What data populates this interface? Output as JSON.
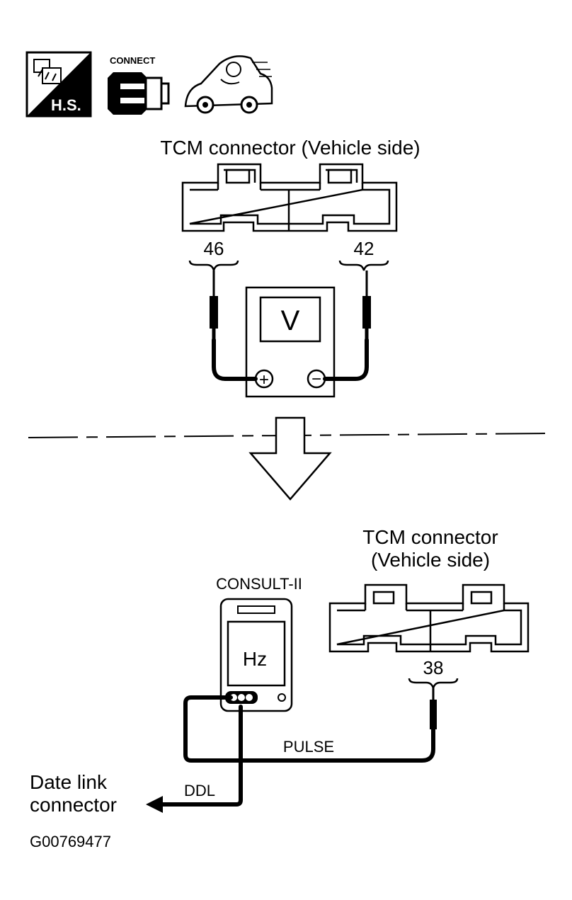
{
  "icons": {
    "hs_label": "H.S.",
    "connect_label": "CONNECT"
  },
  "step1": {
    "connector_title": "TCM connector (Vehicle side)",
    "pin_left": "46",
    "pin_right": "42",
    "meter_display": "V",
    "plus_symbol": "+",
    "minus_symbol": "−"
  },
  "step2": {
    "connector_title_line1": "TCM connector",
    "connector_title_line2": "(Vehicle side)",
    "consult_label": "CONSULT-II",
    "consult_display": "Hz",
    "pin": "38",
    "pulse_label": "PULSE",
    "ddl_label": "DDL",
    "datalink_line1": "Date link",
    "datalink_line2": "connector"
  },
  "figure_id": "G00769477"
}
